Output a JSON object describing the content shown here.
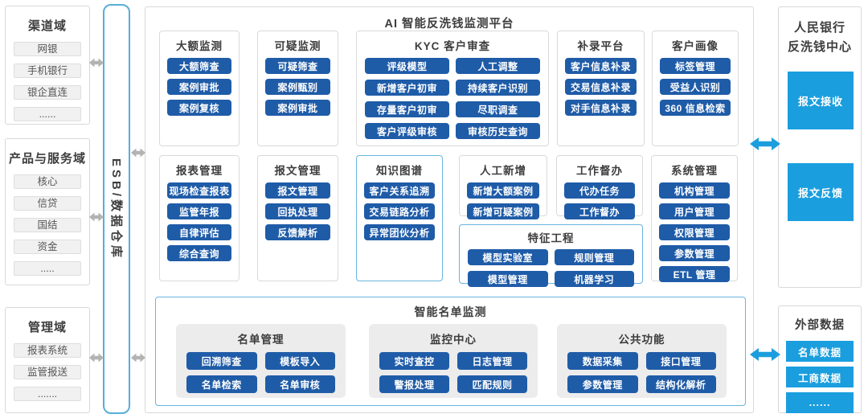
{
  "left_column": {
    "domains": [
      {
        "title": "渠道域",
        "items": [
          "网银",
          "手机银行",
          "银企直连",
          "......"
        ]
      },
      {
        "title": "产品与服务域",
        "items": [
          "核心",
          "信贷",
          "国结",
          "资金",
          "....."
        ]
      },
      {
        "title": "管理域",
        "items": [
          "报表系统",
          "监管报送",
          "......."
        ]
      }
    ]
  },
  "esb": {
    "label": "ESB/数据仓库"
  },
  "platform": {
    "title": "AI 智能反洗钱监测平台",
    "modules": [
      {
        "title": "大额监测",
        "items": [
          "大额筛查",
          "案例审批",
          "案例复核"
        ]
      },
      {
        "title": "可疑监测",
        "items": [
          "可疑筛查",
          "案例甄别",
          "案例审批"
        ]
      },
      {
        "title": "KYC 客户审查",
        "items": [
          "评级模型",
          "人工调整",
          "新增客户初审",
          "持续客户识别",
          "存量客户初审",
          "尽职调查",
          "客户评级审核",
          "审核历史查询"
        ]
      },
      {
        "title": "补录平台",
        "items": [
          "客户信息补录",
          "交易信息补录",
          "对手信息补录"
        ]
      },
      {
        "title": "客户画像",
        "items": [
          "标签管理",
          "受益人识别",
          "360 信息检索"
        ]
      },
      {
        "title": "报表管理",
        "items": [
          "现场检查报表",
          "监管年报",
          "自律评估",
          "综合查询"
        ]
      },
      {
        "title": "报文管理",
        "items": [
          "报文管理",
          "回执处理",
          "反馈解析"
        ]
      },
      {
        "title": "知识图谱",
        "items": [
          "客户关系追溯",
          "交易链路分析",
          "异常团伙分析"
        ]
      },
      {
        "title": "人工新增",
        "items": [
          "新增大额案例",
          "新增可疑案例"
        ]
      },
      {
        "title": "工作督办",
        "items": [
          "代办任务",
          "工作督办"
        ]
      },
      {
        "title": "系统管理",
        "items": [
          "机构管理",
          "用户管理",
          "权限管理",
          "参数管理",
          "ETL 管理"
        ]
      },
      {
        "title": "特征工程",
        "items": [
          "模型实验室",
          "规则管理",
          "模型管理",
          "机器学习"
        ]
      }
    ],
    "list_monitoring": {
      "title": "智能名单监测",
      "groups": [
        {
          "title": "名单管理",
          "items": [
            "回溯筛查",
            "模板导入",
            "名单检索",
            "名单审核"
          ]
        },
        {
          "title": "监控中心",
          "items": [
            "实时查控",
            "日志管理",
            "警报处理",
            "匹配规则"
          ]
        },
        {
          "title": "公共功能",
          "items": [
            "数据采集",
            "接口管理",
            "参数管理",
            "结构化解析"
          ]
        }
      ]
    }
  },
  "right_column": {
    "pboc": {
      "title_line1": "人民银行",
      "title_line2": "反洗钱中心",
      "items": [
        "报文接收",
        "报文反馈"
      ]
    },
    "external": {
      "title": "外部数据",
      "items": [
        "名单数据",
        "工商数据",
        "......"
      ]
    }
  },
  "colors": {
    "primary_button_blue": "#1f5ca8",
    "accent_cyan_blue": "#1a9ede",
    "highlight_border_blue": "#6ab4e0",
    "esb_border_blue": "#58aed9",
    "gray_arrow": "#b3b3b3"
  }
}
